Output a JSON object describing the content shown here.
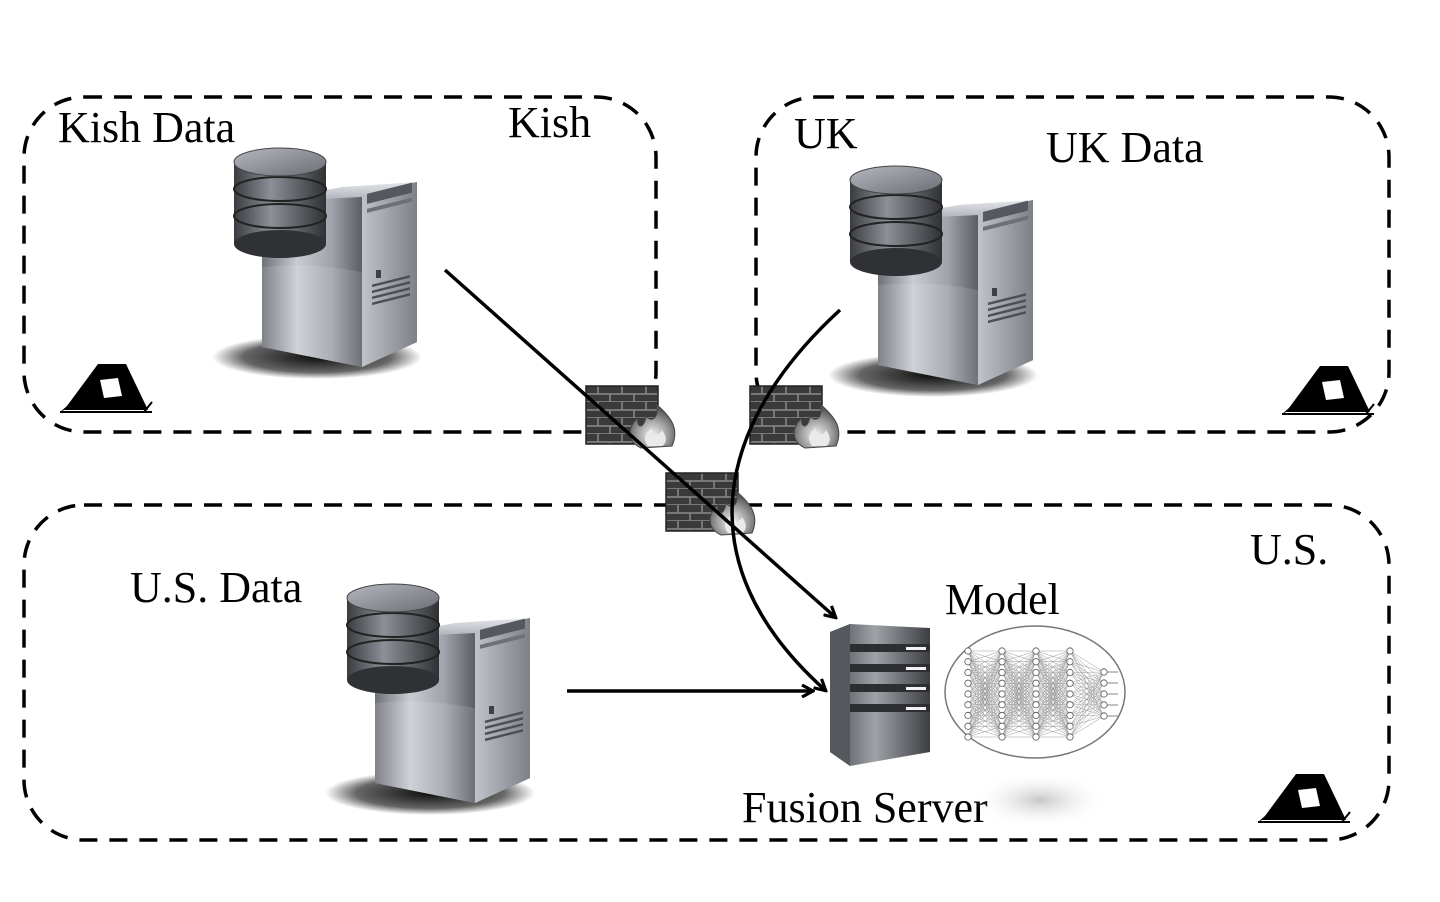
{
  "regions": {
    "kish": {
      "name": "Kish",
      "data_label": "Kish Data"
    },
    "uk": {
      "name": "UK",
      "data_label": "UK Data"
    },
    "us": {
      "name": "U.S.",
      "data_label": "U.S. Data"
    }
  },
  "fusion": {
    "server_label": "Fusion Server",
    "model_label": "Model"
  },
  "icons": {
    "data_server": "database-server-icon",
    "firewall": "firewall-icon",
    "tent": "tent-icon",
    "fusion_server": "fusion-server-icon",
    "neural_network": "neural-network-icon"
  }
}
